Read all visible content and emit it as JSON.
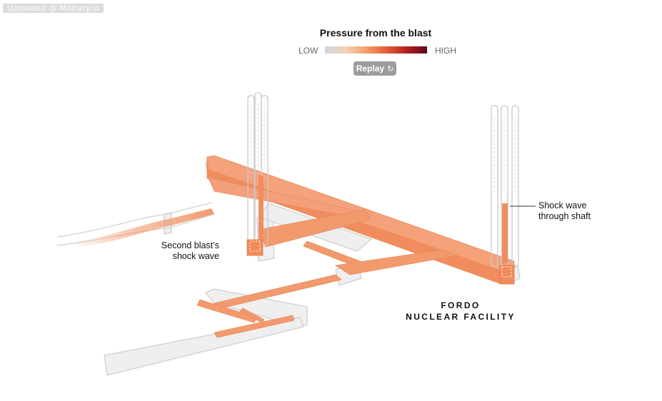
{
  "watermark": "Uploaded @ Military.io",
  "legend": {
    "title": "Pressure from the blast",
    "low_label": "LOW",
    "high_label": "HIGH",
    "gradient_colors": [
      "#d0d4df",
      "#f5d2b8",
      "#f4a069",
      "#e45f37",
      "#b61f1f",
      "#5a0a1e"
    ]
  },
  "replay": {
    "label": "Replay",
    "icon": "replay-icon"
  },
  "annotations": {
    "second_blast_line1": "Second blast’s",
    "second_blast_line2": "shock wave",
    "shaft_line1": "Shock wave",
    "shaft_line2": "through shaft"
  },
  "facility": {
    "line1": "FORDO",
    "line2": "NUCLEAR FACILITY"
  },
  "colors": {
    "tunnel": "#f29a6e",
    "tunnel_dark": "#e97d4f",
    "structure": "#e4e4e4",
    "outline": "#d2d2d2"
  }
}
